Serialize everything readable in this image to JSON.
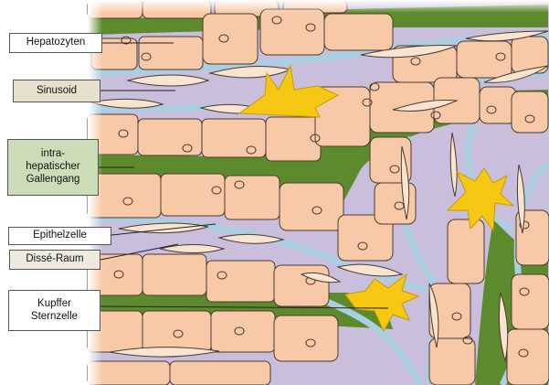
{
  "labels": {
    "hepatozyten": "Hepatozyten",
    "sinusoid": "Sinusoid",
    "gallengang": "intra-\nhepatischer\nGallengang",
    "epithelzelle": "Epithelzelle",
    "disse": "Dissé-Raum",
    "kupffer": "Kupffer\nSternzelle"
  },
  "colors": {
    "sinusoid": "#c9bfdc",
    "bile": "#5d8a2c",
    "disse_space": "#a9cfe0",
    "hepatocyte": "#f8c9a7",
    "endothelial": "#f9e4d2",
    "kupffer": "#f6c713",
    "outline": "#4a3a30"
  }
}
